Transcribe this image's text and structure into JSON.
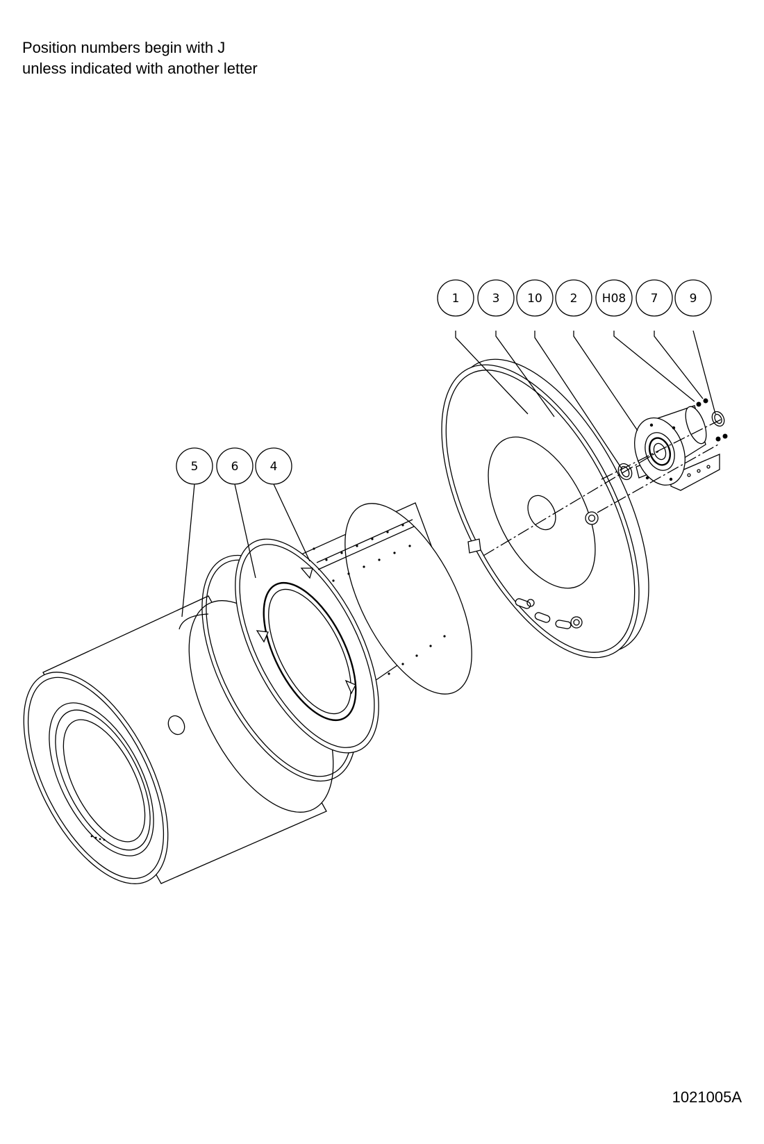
{
  "note": {
    "line1": "Position numbers begin with J",
    "line2": "unless indicated with another letter"
  },
  "drawing_number": "1021005A",
  "callouts": [
    {
      "id": "c1",
      "label": "1"
    },
    {
      "id": "c3",
      "label": "3"
    },
    {
      "id": "c10",
      "label": "10"
    },
    {
      "id": "c2",
      "label": "2"
    },
    {
      "id": "cH08",
      "label": "H08"
    },
    {
      "id": "c7",
      "label": "7"
    },
    {
      "id": "c9",
      "label": "9"
    },
    {
      "id": "c5",
      "label": "5"
    },
    {
      "id": "c6",
      "label": "6"
    },
    {
      "id": "c4",
      "label": "4"
    }
  ]
}
